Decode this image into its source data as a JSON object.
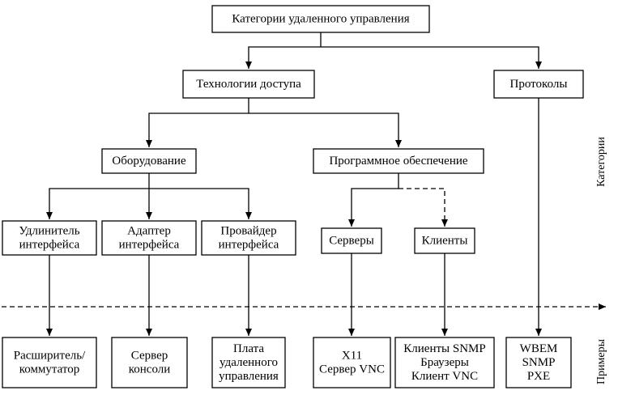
{
  "nodes": {
    "root": {
      "lines": [
        "Категории удаленного управления"
      ]
    },
    "access_tech": {
      "lines": [
        "Технологии доступа"
      ]
    },
    "protocols": {
      "lines": [
        "Протоколы"
      ]
    },
    "hardware": {
      "lines": [
        "Оборудование"
      ]
    },
    "software": {
      "lines": [
        "Программное обеспечение"
      ]
    },
    "extender": {
      "lines": [
        "Удлинитель",
        "интерфейса"
      ]
    },
    "adapter": {
      "lines": [
        "Адаптер",
        "интерфейса"
      ]
    },
    "provider": {
      "lines": [
        "Провайдер",
        "интерфейса"
      ]
    },
    "servers": {
      "lines": [
        "Серверы"
      ]
    },
    "clients": {
      "lines": [
        "Клиенты"
      ]
    },
    "ex_switch": {
      "lines": [
        "Расширитель/",
        "коммутатор"
      ]
    },
    "ex_console": {
      "lines": [
        "Сервер",
        "консоли"
      ]
    },
    "ex_card": {
      "lines": [
        "Плата",
        "удаленного",
        "управления"
      ]
    },
    "ex_x11": {
      "lines": [
        "X11",
        "Сервер VNC"
      ]
    },
    "ex_snmp_clients": {
      "lines": [
        "Клиенты SNMP",
        "Браузеры",
        "Клиент VNC"
      ]
    },
    "ex_protocols": {
      "lines": [
        "WBEM",
        "SNMP",
        "PXE"
      ]
    }
  },
  "side_labels": {
    "categories": "Категории",
    "examples": "Примеры"
  }
}
